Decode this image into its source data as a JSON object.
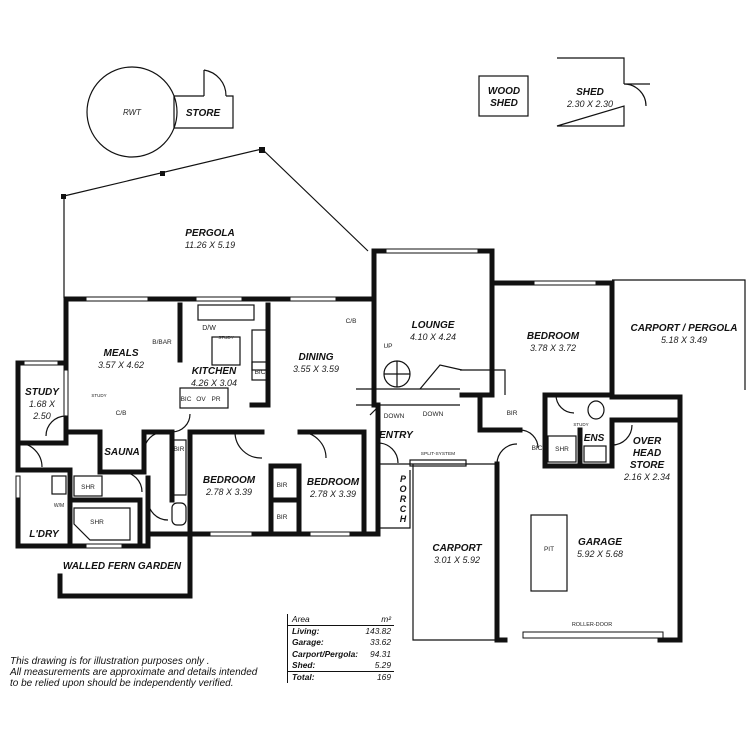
{
  "rooms": {
    "rwt": "RWT",
    "store": "STORE",
    "wood_shed": [
      "WOOD",
      "SHED"
    ],
    "shed": {
      "name": "SHED",
      "dims": "2.30 X 2.30"
    },
    "pergola": {
      "name": "PERGOLA",
      "dims": "11.26 X 5.19"
    },
    "meals": {
      "name": "MEALS",
      "dims": "3.57 X 4.62"
    },
    "kitchen": {
      "name": "KITCHEN",
      "dims": "4.26 X 3.04"
    },
    "dining": {
      "name": "DINING",
      "dims": "3.55 X 3.59"
    },
    "lounge": {
      "name": "LOUNGE",
      "dims": "4.10 X 4.24"
    },
    "bedroom_main": {
      "name": "BEDROOM",
      "dims": "3.78 X 3.72"
    },
    "carport_pergola": {
      "name": "CARPORT / PERGOLA",
      "dims": "5.18 X 3.49"
    },
    "study": {
      "name": "STUDY",
      "dims": "1.68 X 2.50"
    },
    "sauna": "SAUNA",
    "bedroom_2": {
      "name": "BEDROOM",
      "dims": "2.78 X 3.39"
    },
    "bedroom_3": {
      "name": "BEDROOM",
      "dims": "2.78 X 3.39"
    },
    "entry": "ENTRY",
    "porch": [
      "P",
      "O",
      "R",
      "C",
      "H"
    ],
    "ens": "ENS",
    "overhead_store": {
      "name": [
        "OVER",
        "HEAD",
        "STORE"
      ],
      "dims": "2.16 X 2.34"
    },
    "laundry": "L'DRY",
    "carport": {
      "name": "CARPORT",
      "dims": "3.01 X 5.92"
    },
    "garage": {
      "name": "GARAGE",
      "dims": "5.92 X 5.68"
    },
    "walled_fern_garden": "WALLED FERN GARDEN"
  },
  "fixtures": {
    "bbar": "B/BAR",
    "dw": "D/W",
    "study_tag": "STUDY",
    "bic": "BIC",
    "ov": "OV",
    "pr": "PR",
    "cb": "C/B",
    "up": "UP",
    "down": "DOWN",
    "bir": "BIR",
    "shr": "SHR",
    "wm": "W/M",
    "split_system": "SPLIT-SYSTEM",
    "pit": "PIT",
    "roller_door": "ROLLER-DOOR"
  },
  "area_table": {
    "header": {
      "label": "Area",
      "unit": "m²"
    },
    "rows": [
      {
        "label": "Living:",
        "value": "143.82"
      },
      {
        "label": "Garage:",
        "value": "33.62"
      },
      {
        "label": "Carport/Pergola:",
        "value": "94.31"
      },
      {
        "label": "Shed:",
        "value": "5.29"
      }
    ],
    "total": {
      "label": "Total:",
      "value": "169"
    }
  },
  "disclaimer": [
    "This drawing is for illustration purposes only .",
    "All measurements are approximate and details intended",
    "to be relied upon should be independently verified."
  ]
}
